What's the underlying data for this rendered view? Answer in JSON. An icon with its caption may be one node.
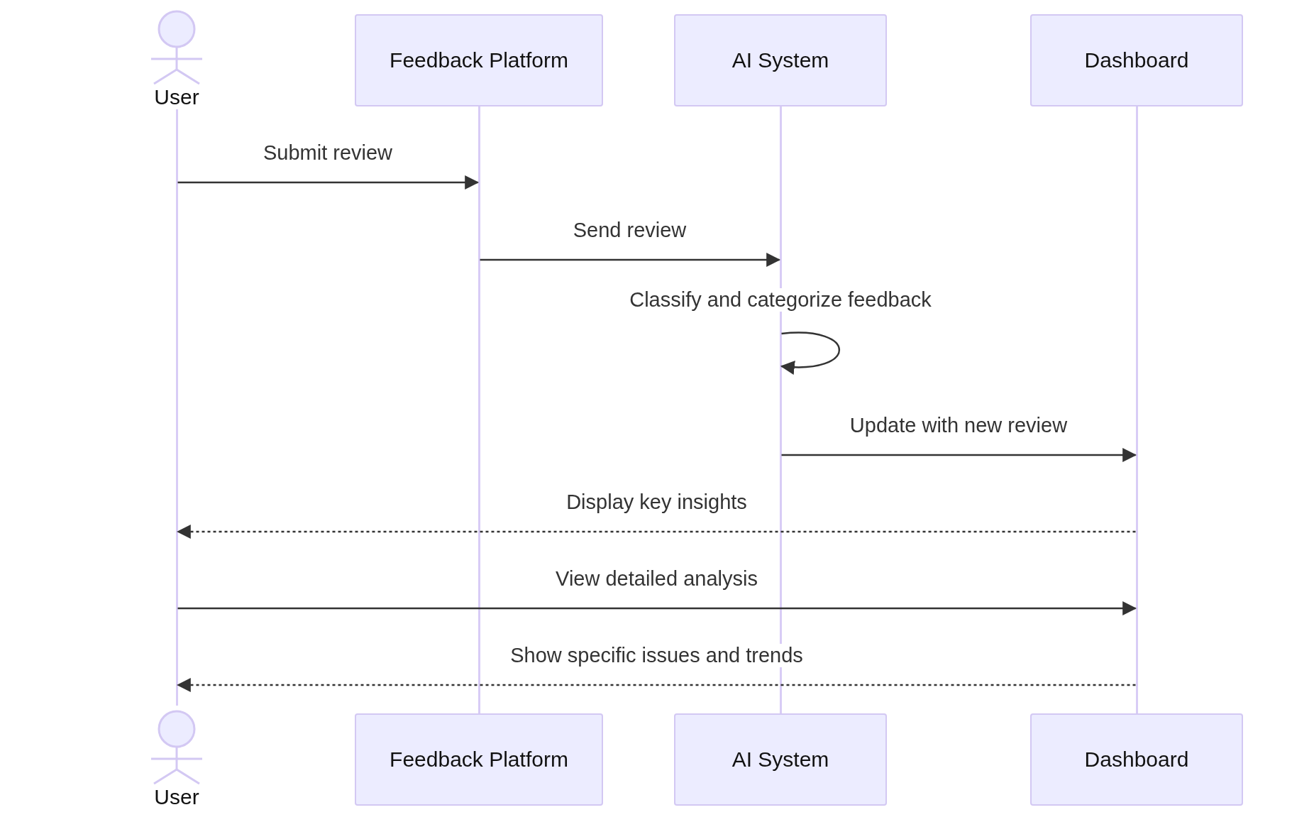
{
  "diagram": {
    "nodes": [
      {
        "text": [
          "User"
        ]
      },
      {
        "text": [
          "Feedback Platform"
        ]
      },
      {
        "text": [
          "AI System"
        ]
      },
      {
        "text": [
          "Dashboard"
        ]
      },
      {
        "text": [],
        "shape": "bar"
      },
      {
        "text": [],
        "shape": "bar"
      },
      {
        "text": [],
        "shape": "bar"
      },
      {
        "text": [],
        "shape": "bar"
      },
      {
        "text": [
          "User"
        ]
      },
      {
        "text": [
          "Feedback Platform"
        ]
      },
      {
        "text": [
          "AI System"
        ]
      },
      {
        "text": [
          "Dashboard"
        ]
      }
    ],
    "edges": [
      {
        "from": 4,
        "to": 5,
        "arrow": "to",
        "label": "Submit review"
      },
      {
        "from": 5,
        "to": 6,
        "arrow": "to",
        "label": "Send review"
      },
      {
        "from": 6,
        "to": 6,
        "arrow": "to",
        "label": "Classify and categorize feedback"
      },
      {
        "from": 6,
        "to": 7,
        "arrow": "to",
        "label": "Update with new review"
      },
      {
        "from": 7,
        "to": 4,
        "arrow": "to",
        "label": "Display key insights",
        "style": "dashed"
      },
      {
        "from": 4,
        "to": 7,
        "arrow": "to",
        "label": "View detailed analysis"
      },
      {
        "from": 7,
        "to": 4,
        "arrow": "to",
        "label": "Show specific issues and trends",
        "style": "dashed"
      }
    ]
  }
}
